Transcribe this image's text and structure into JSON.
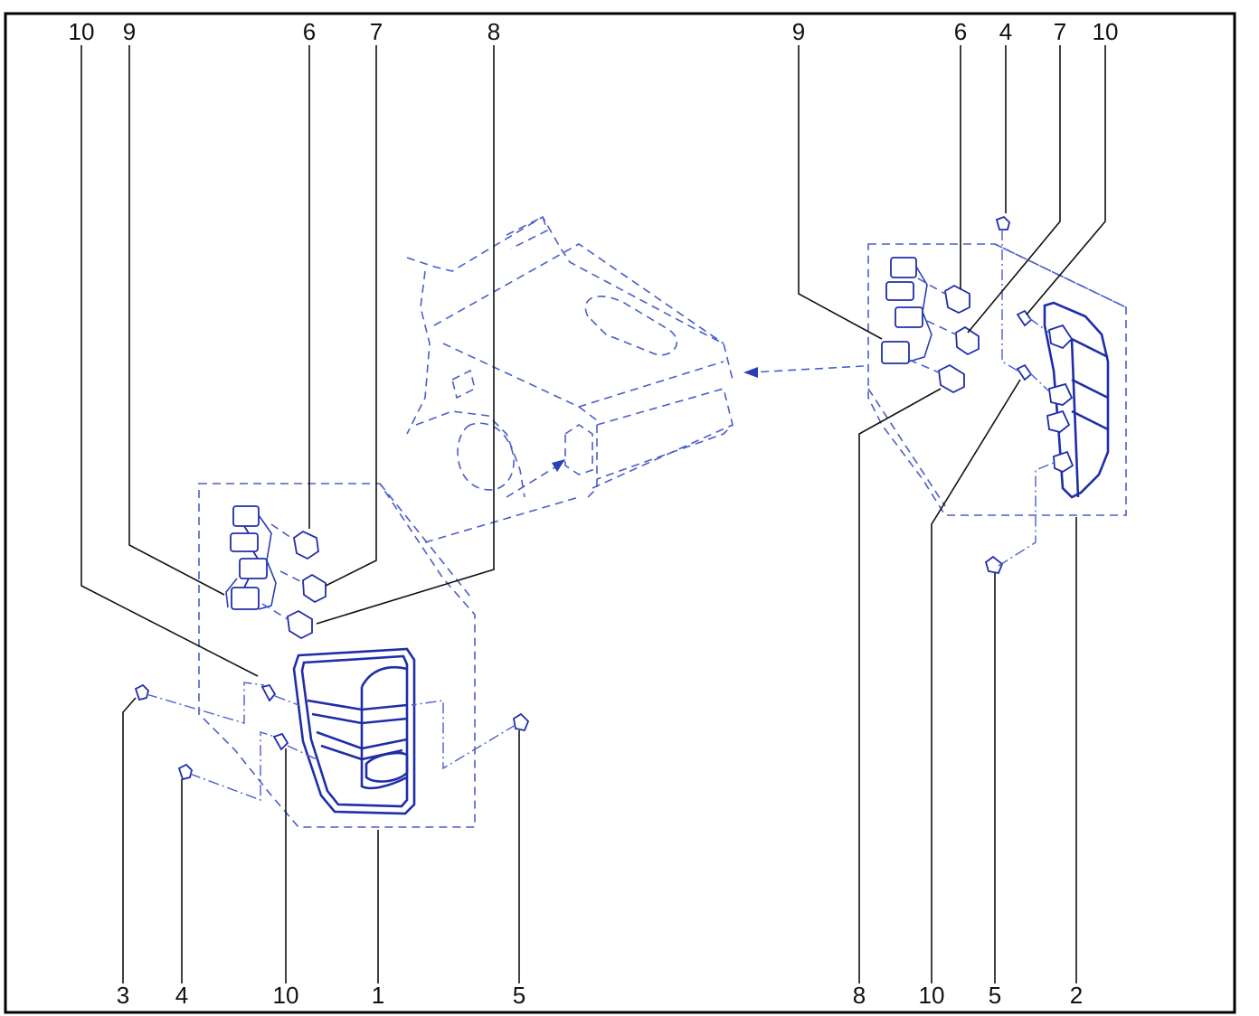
{
  "diagram": {
    "labels": {
      "top_left": [
        "10",
        "9",
        "6",
        "7",
        "8"
      ],
      "top_right": [
        "9",
        "6",
        "4",
        "7",
        "10"
      ],
      "bottom_left": [
        "3",
        "4",
        "10",
        "1",
        "5"
      ],
      "bottom_right": [
        "8",
        "10",
        "5",
        "2"
      ]
    }
  },
  "colors": {
    "frame": "#000000",
    "line_art": "#2b3fb4",
    "leader_lines": "#111111",
    "background": "#ffffff"
  }
}
